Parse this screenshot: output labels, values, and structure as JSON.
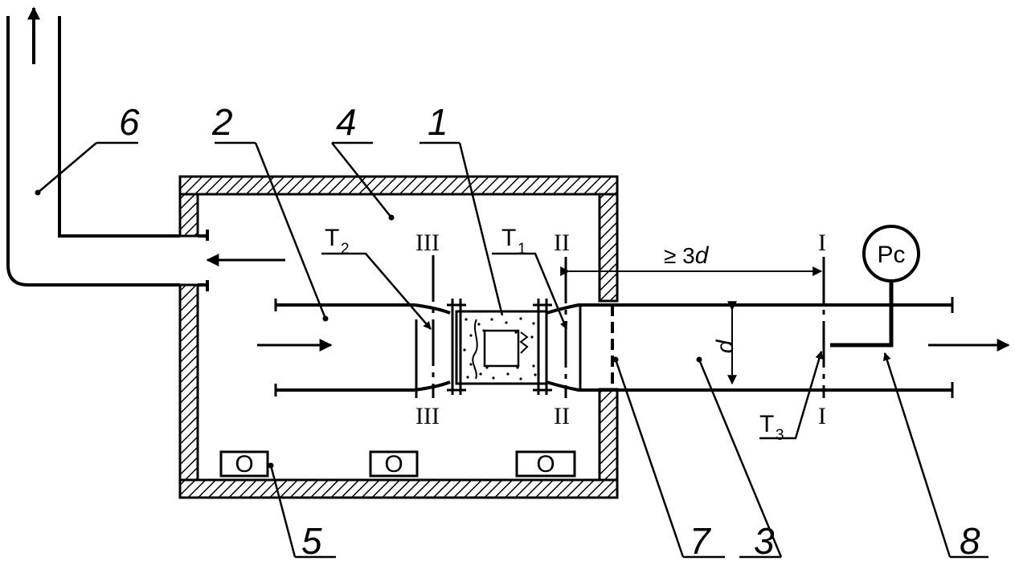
{
  "labels": {
    "n1": "1",
    "n2": "2",
    "n3": "3",
    "n4": "4",
    "n5": "5",
    "n6": "6",
    "n7": "7",
    "n8": "8"
  },
  "sections": {
    "s1": "I",
    "s2": "II",
    "s3": "III"
  },
  "sensors": {
    "t1": {
      "letter": "T",
      "sub": "1"
    },
    "t2": {
      "letter": "T",
      "sub": "2"
    },
    "t3": {
      "letter": "T",
      "sub": "3"
    }
  },
  "dimension": {
    "prefix": "≥ 3",
    "var": "d"
  },
  "diameter": "d",
  "gauge": "Pc",
  "fan_symbol": "O"
}
